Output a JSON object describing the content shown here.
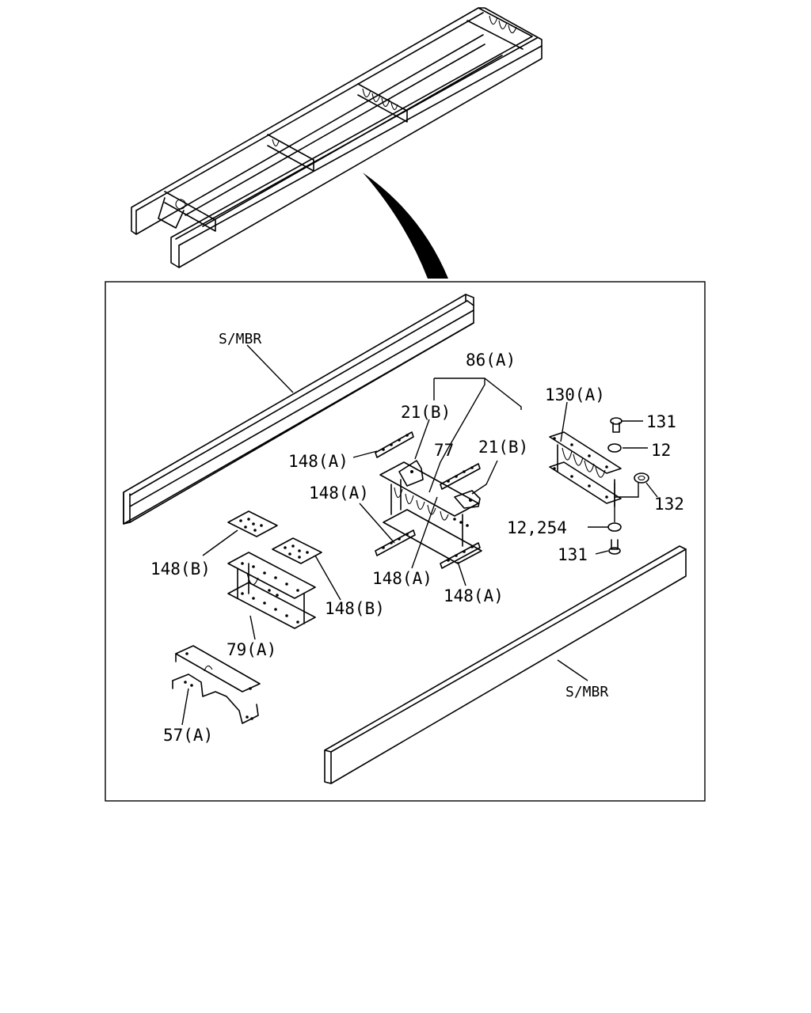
{
  "labels": {
    "smbr_top": "S/MBR",
    "smbr_bottom": "S/MBR",
    "p86a": "86(A)",
    "p21b_left": "21(B)",
    "p21b_right": "21(B)",
    "p77": "77",
    "p148a_1": "148(A)",
    "p148a_2": "148(A)",
    "p148a_3": "148(A)",
    "p148a_4": "148(A)",
    "p148b_1": "148(B)",
    "p148b_2": "148(B)",
    "p79a": "79(A)",
    "p57a": "57(A)",
    "p130a": "130(A)",
    "p131_top": "131",
    "p12": "12",
    "p132": "132",
    "p12_254": "12,254",
    "p131_bottom": "131"
  }
}
